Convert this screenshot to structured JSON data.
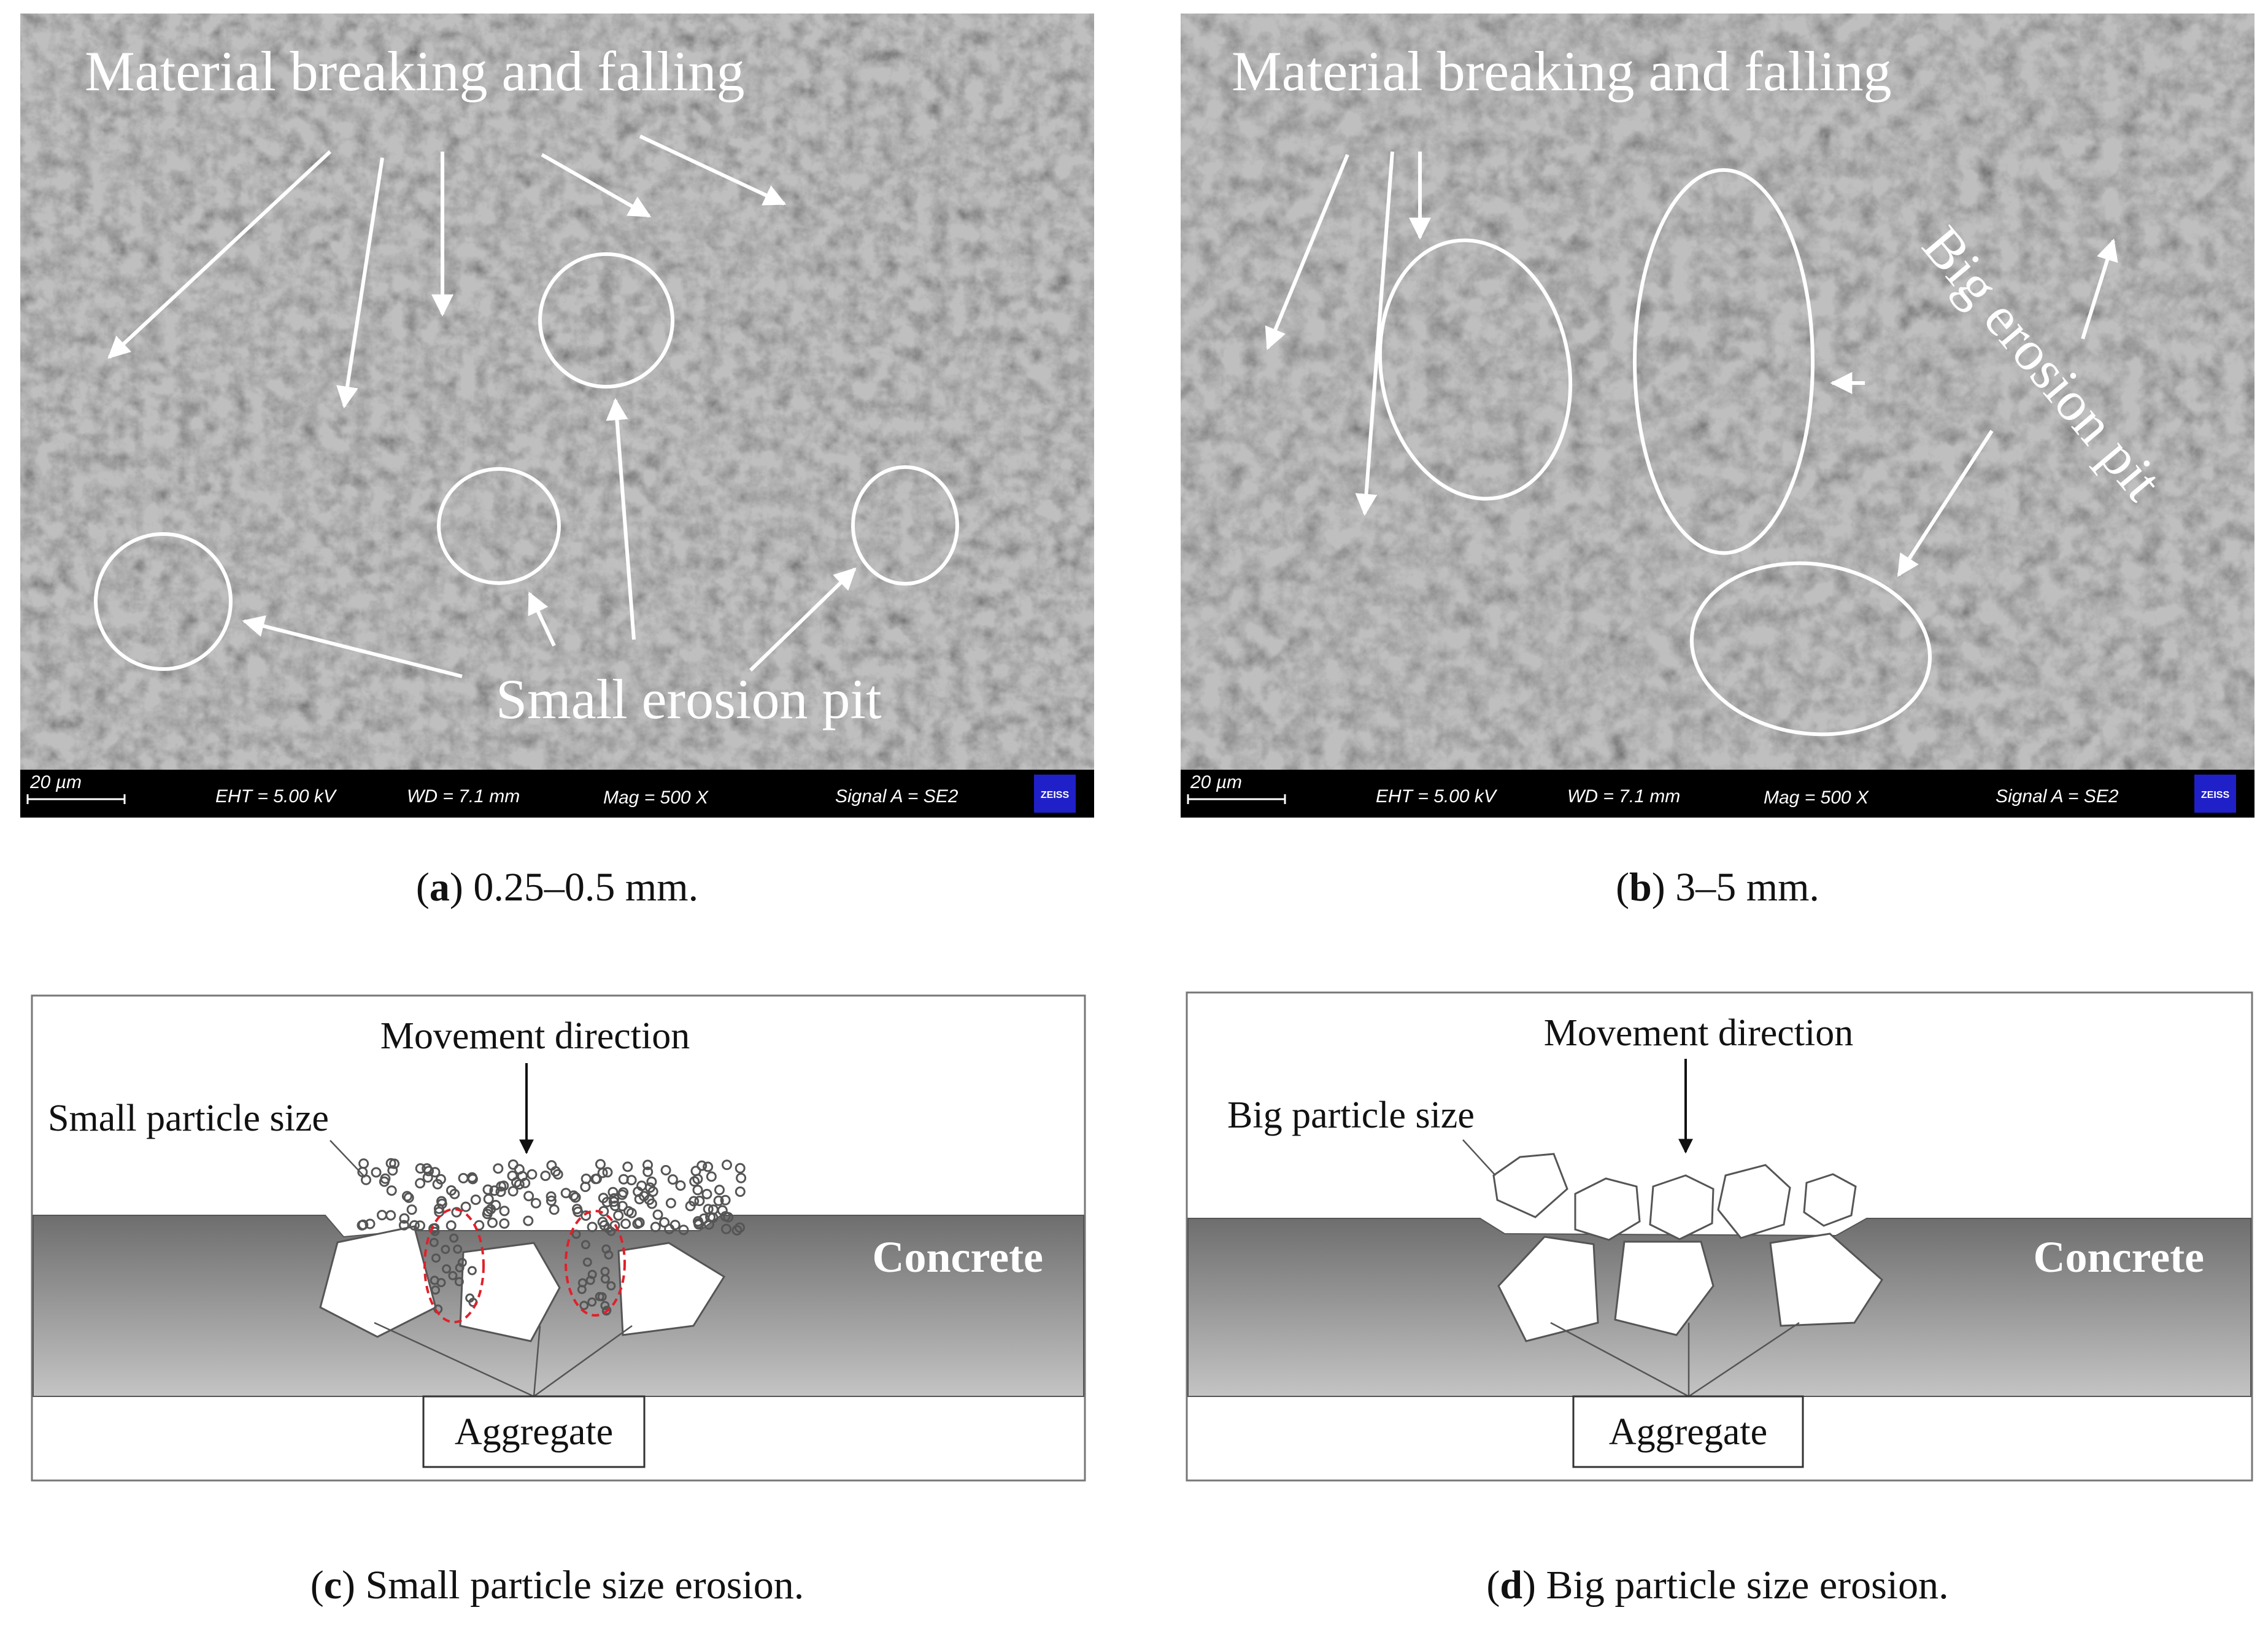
{
  "panel_a": {
    "label_top": "Material breaking and falling",
    "label_bottom": "Small erosion pit",
    "info_bar": {
      "scale": "20 µm",
      "eht": "EHT =  5.00 kV",
      "wd": "WD =  7.1 mm",
      "mag": "Mag =    500 X",
      "signal": "Signal A = SE2",
      "logo": "ZEISS"
    },
    "caption_letter": "a",
    "caption_text": " 0.25–0.5 mm."
  },
  "panel_b": {
    "label_top": "Material breaking and falling",
    "label_rotated": "Big erosion pit",
    "info_bar": {
      "scale": "20 µm",
      "eht": "EHT =  5.00 kV",
      "wd": "WD =  7.1 mm",
      "mag": "Mag =    500 X",
      "signal": "Signal A = SE2",
      "logo": "ZEISS"
    },
    "caption_letter": "b",
    "caption_text": " 3–5 mm."
  },
  "panel_c": {
    "movement": "Movement direction",
    "particle": "Small particle size",
    "concrete": "Concrete",
    "aggregate": "Aggregate",
    "caption_letter": "c",
    "caption_text": " Small particle size erosion."
  },
  "panel_d": {
    "movement": "Movement direction",
    "particle": "Big particle size",
    "concrete": "Concrete",
    "aggregate": "Aggregate",
    "caption_letter": "d",
    "caption_text": " Big particle size erosion."
  },
  "colors": {
    "sem_background": "#3a3a3a",
    "concrete_dark": "#6e6e6e",
    "concrete_light": "#c4c4c4",
    "dashed_circle": "#e0202a",
    "zeiss_logo": "#2020c8"
  }
}
